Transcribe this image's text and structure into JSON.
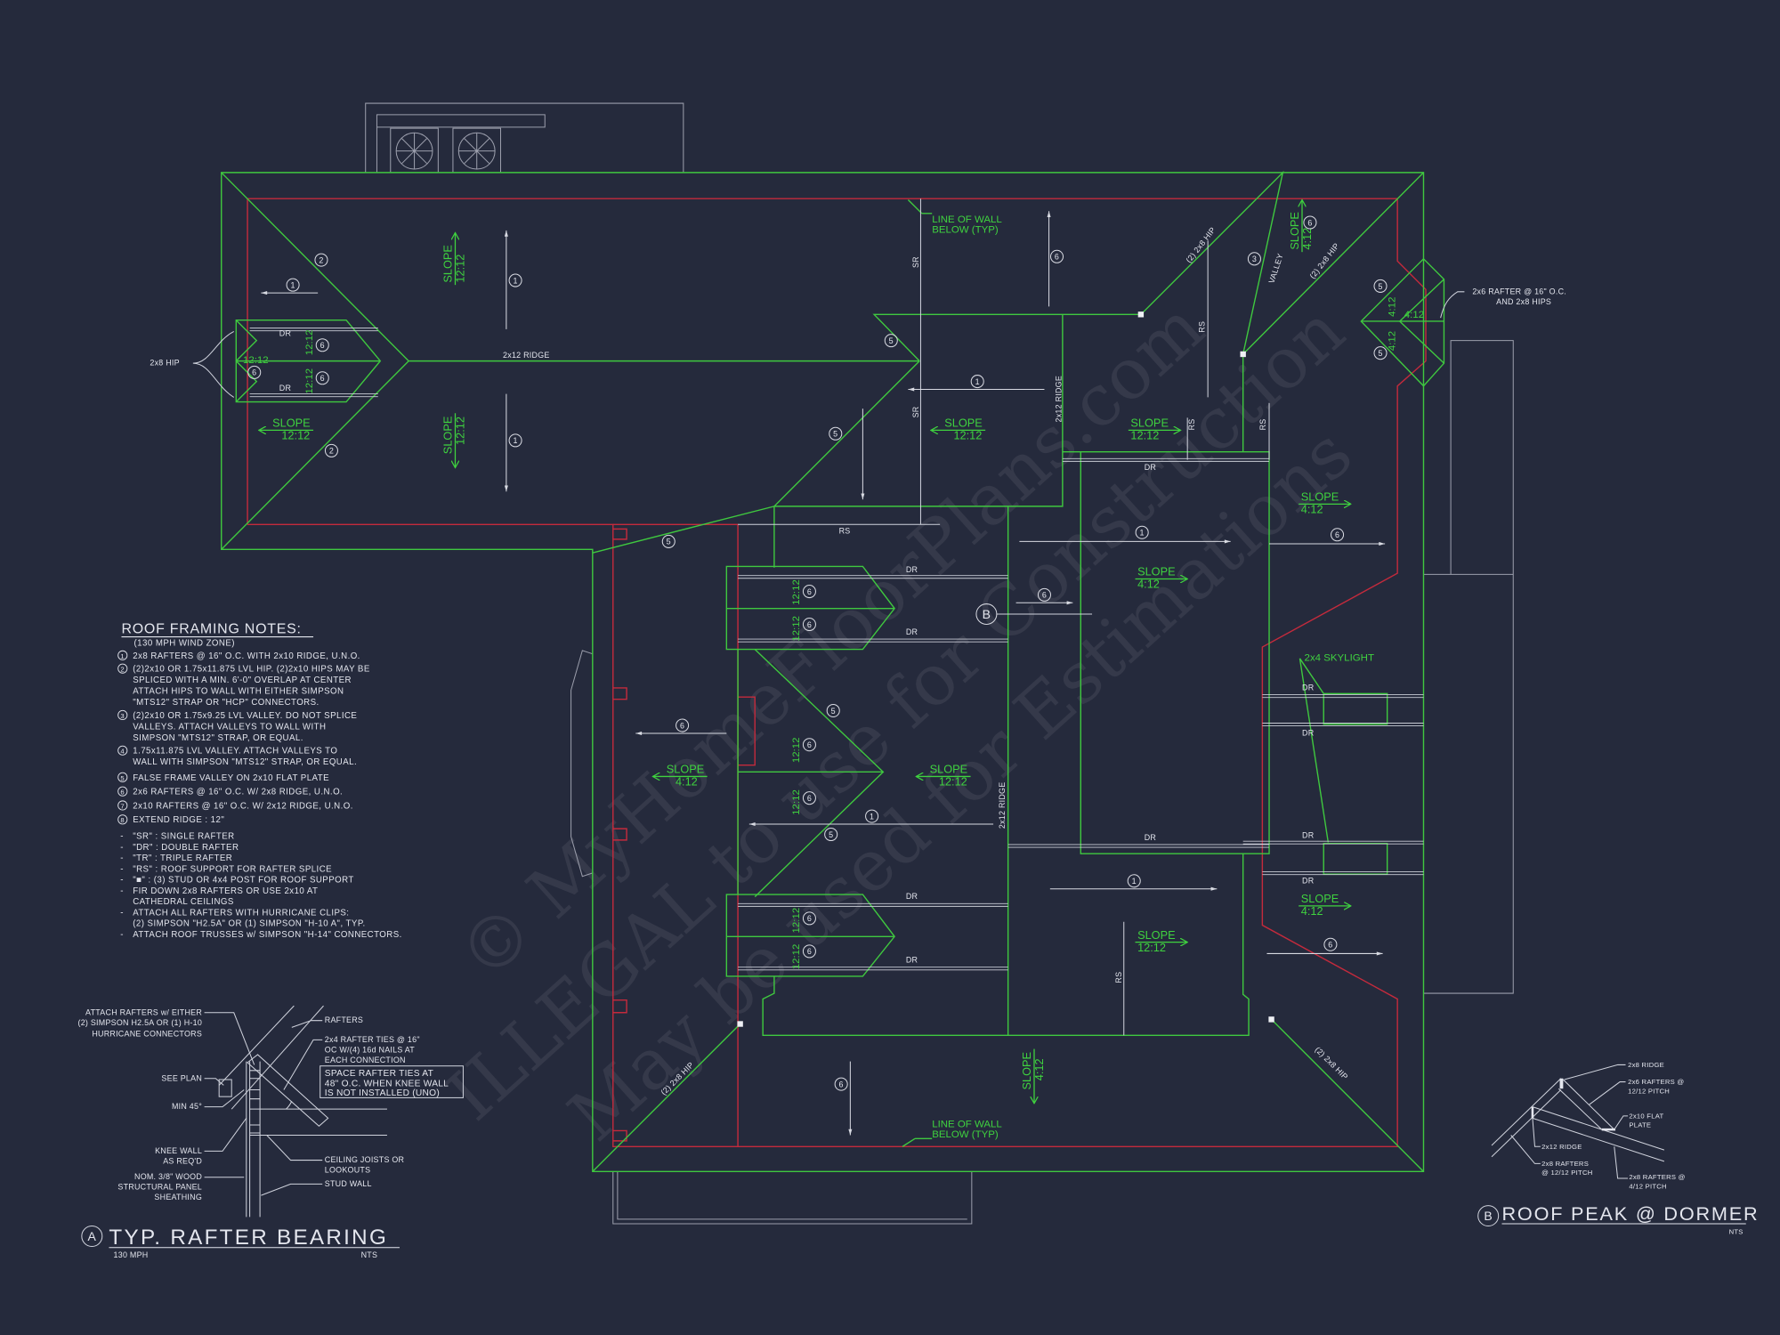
{
  "colors": {
    "background": "#252a3c",
    "roof_lines": "#3fc83f",
    "wall_lines": "#c42a3c",
    "annotation": "#e4e6ee"
  },
  "watermark": [
    "© MyHomeFloorPlans.com",
    "ILLEGAL to use for Construction",
    "May be used for Estimations"
  ],
  "plan": {
    "slope": "SLOPE",
    "pitch_12": "12:12",
    "pitch_4": "4:12",
    "dr": "DR",
    "sr": "SR",
    "rs": "RS",
    "ridge_2x12": "2x12 RIDGE",
    "hip_2x8": "2x8 HIP",
    "hip_2_2x8": "(2) 2x8 HIP",
    "valley": "VALLEY",
    "line_of_wall": [
      "LINE OF WALL",
      "BELOW (TYP)"
    ],
    "skylight": "2x4 SKYLIGHT",
    "dormer_note": [
      "2x6 RAFTER @ 16\" O.C.",
      "AND 2x8 HIPS"
    ],
    "callouts": {
      "1": "1",
      "2": "2",
      "3": "3",
      "5": "5",
      "6": "6",
      "B": "B"
    }
  },
  "notes": {
    "title": "ROOF FRAMING NOTES:",
    "subtitle": "(130 MPH WIND ZONE)",
    "items": [
      {
        "marker": "1",
        "lines": [
          "2x8 RAFTERS @ 16\" O.C. WITH 2x10 RIDGE, U.N.O."
        ]
      },
      {
        "marker": "2",
        "lines": [
          "(2)2x10 OR 1.75x11.875 LVL HIP.  (2)2x10 HIPS MAY BE",
          "SPLICED WITH A MIN. 6'-0\" OVERLAP AT CENTER",
          "ATTACH HIPS TO WALL WITH EITHER SIMPSON",
          "\"MTS12\" STRAP OR \"HCP\" CONNECTORS."
        ]
      },
      {
        "marker": "3",
        "lines": [
          "(2)2x10 OR 1.75x9.25 LVL VALLEY.  DO NOT SPLICE",
          "VALLEYS.  ATTACH VALLEYS TO WALL WITH",
          "SIMPSON \"MTS12\" STRAP, OR EQUAL."
        ]
      },
      {
        "marker": "4",
        "lines": [
          "1.75x11.875 LVL VALLEY.  ATTACH VALLEYS TO",
          "WALL WITH SIMPSON \"MTS12\" STRAP, OR EQUAL."
        ]
      },
      {
        "marker": "5",
        "lines": [
          "FALSE FRAME VALLEY ON 2x10 FLAT PLATE"
        ]
      },
      {
        "marker": "6",
        "lines": [
          "2x6 RAFTERS @ 16\" O.C. W/ 2x8 RIDGE, U.N.O."
        ]
      },
      {
        "marker": "7",
        "lines": [
          "2x10 RAFTERS @ 16\" O.C. W/ 2x12 RIDGE, U.N.O."
        ]
      },
      {
        "marker": "8",
        "lines": [
          "EXTEND RIDGE : 12\""
        ]
      }
    ],
    "bullets": [
      [
        "\"SR\"  : SINGLE RAFTER"
      ],
      [
        "\"DR\"  : DOUBLE RAFTER"
      ],
      [
        "\"TR\"  : TRIPLE RAFTER"
      ],
      [
        "\"RS\"  : ROOF SUPPORT FOR RAFTER SPLICE"
      ],
      [
        "\"■\"    : (3) STUD OR 4x4 POST FOR ROOF SUPPORT"
      ],
      [
        "FIR DOWN 2x8 RAFTERS OR USE 2x10 AT",
        "CATHEDRAL CEILINGS"
      ],
      [
        "ATTACH ALL RAFTERS WITH HURRICANE CLIPS:",
        "(2) SIMPSON \"H2.5A\" OR (1) SIMPSON \"H-10 A\", TYP."
      ],
      [
        "ATTACH ROOF TRUSSES w/ SIMPSON \"H-14\" CONNECTORS."
      ]
    ]
  },
  "detail_a": {
    "marker": "A",
    "title": "TYP. RAFTER BEARING",
    "subtitle": "130 MPH",
    "scale": "NTS",
    "attach": [
      "ATTACH RAFTERS w/ EITHER",
      "(2) SIMPSON H2.5A OR (1) H-10",
      "HURRICANE CONNECTORS"
    ],
    "see_plan": "SEE PLAN",
    "min_angle": "MIN 45°",
    "knee_wall": [
      "KNEE WALL",
      "AS REQ'D"
    ],
    "sheathing": [
      "NOM. 3/8\" WOOD",
      "STRUCTURAL PANEL",
      "SHEATHING"
    ],
    "rafters": "RAFTERS",
    "ties": [
      "2x4 RAFTER TIES @ 16\"",
      "OC W/(4) 16d NAILS AT",
      "EACH CONNECTION"
    ],
    "box": [
      "SPACE RAFTER TIES AT",
      "48\" O.C. WHEN KNEE WALL",
      "IS NOT INSTALLED (UNO)"
    ],
    "ceiling": [
      "CEILING JOISTS OR",
      "LOOKOUTS"
    ],
    "stud_wall": "STUD WALL"
  },
  "detail_b": {
    "marker": "B",
    "title": "ROOF PEAK @ DORMER",
    "scale": "NTS",
    "ridge_2x8": "2x8 RIDGE",
    "rafters_2x6": [
      "2x6 RAFTERS @",
      "12/12 PITCH"
    ],
    "flat_plate": [
      "2x10 FLAT",
      "PLATE"
    ],
    "ridge_2x12": "2x12 RIDGE",
    "rafters_2x8_12": [
      "2x8 RAFTERS",
      "@ 12/12 PITCH"
    ],
    "rafters_2x8_4": [
      "2x8 RAFTERS @",
      "4/12 PITCH"
    ]
  }
}
